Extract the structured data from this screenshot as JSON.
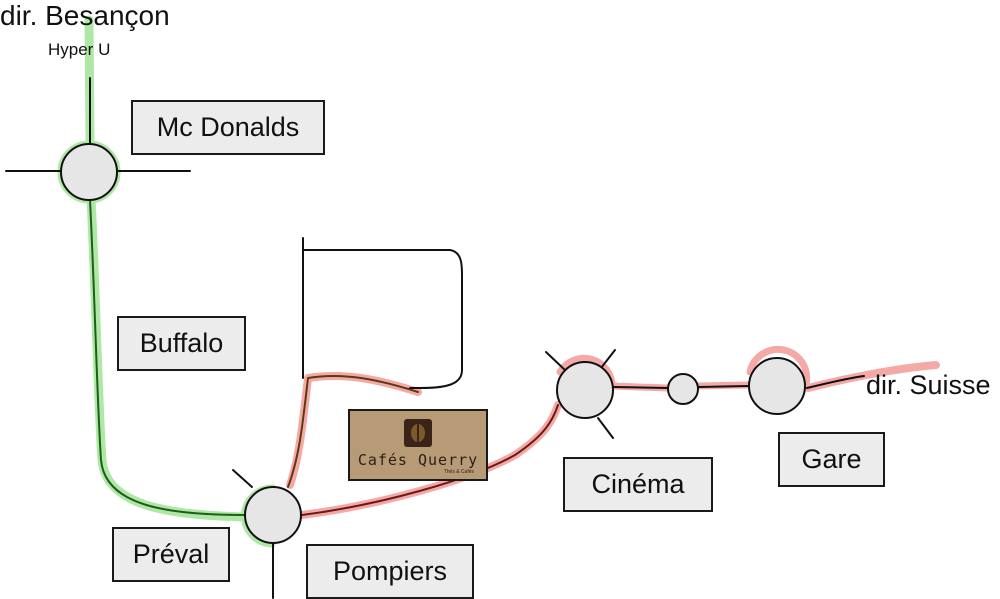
{
  "destinations": {
    "besancon": "dir. Besançon",
    "hyper_u": "Hyper U",
    "suisse": "dir. Suisse"
  },
  "places": {
    "mcdonalds": "Mc Donalds",
    "buffalo": "Buffalo",
    "preval": "Préval",
    "pompiers": "Pompiers",
    "cinema": "Cinéma",
    "gare": "Gare"
  },
  "logo": {
    "name": "Cafés Querry",
    "tagline": "Thés & Cafés"
  },
  "colors": {
    "green_route": "#2e9a2e",
    "green_highlight": "#aee8a4",
    "red_route": "#c8322f",
    "red_highlight": "#f5a9a6",
    "roundabout_fill": "#e6e6e6",
    "label_fill": "#ececec"
  }
}
